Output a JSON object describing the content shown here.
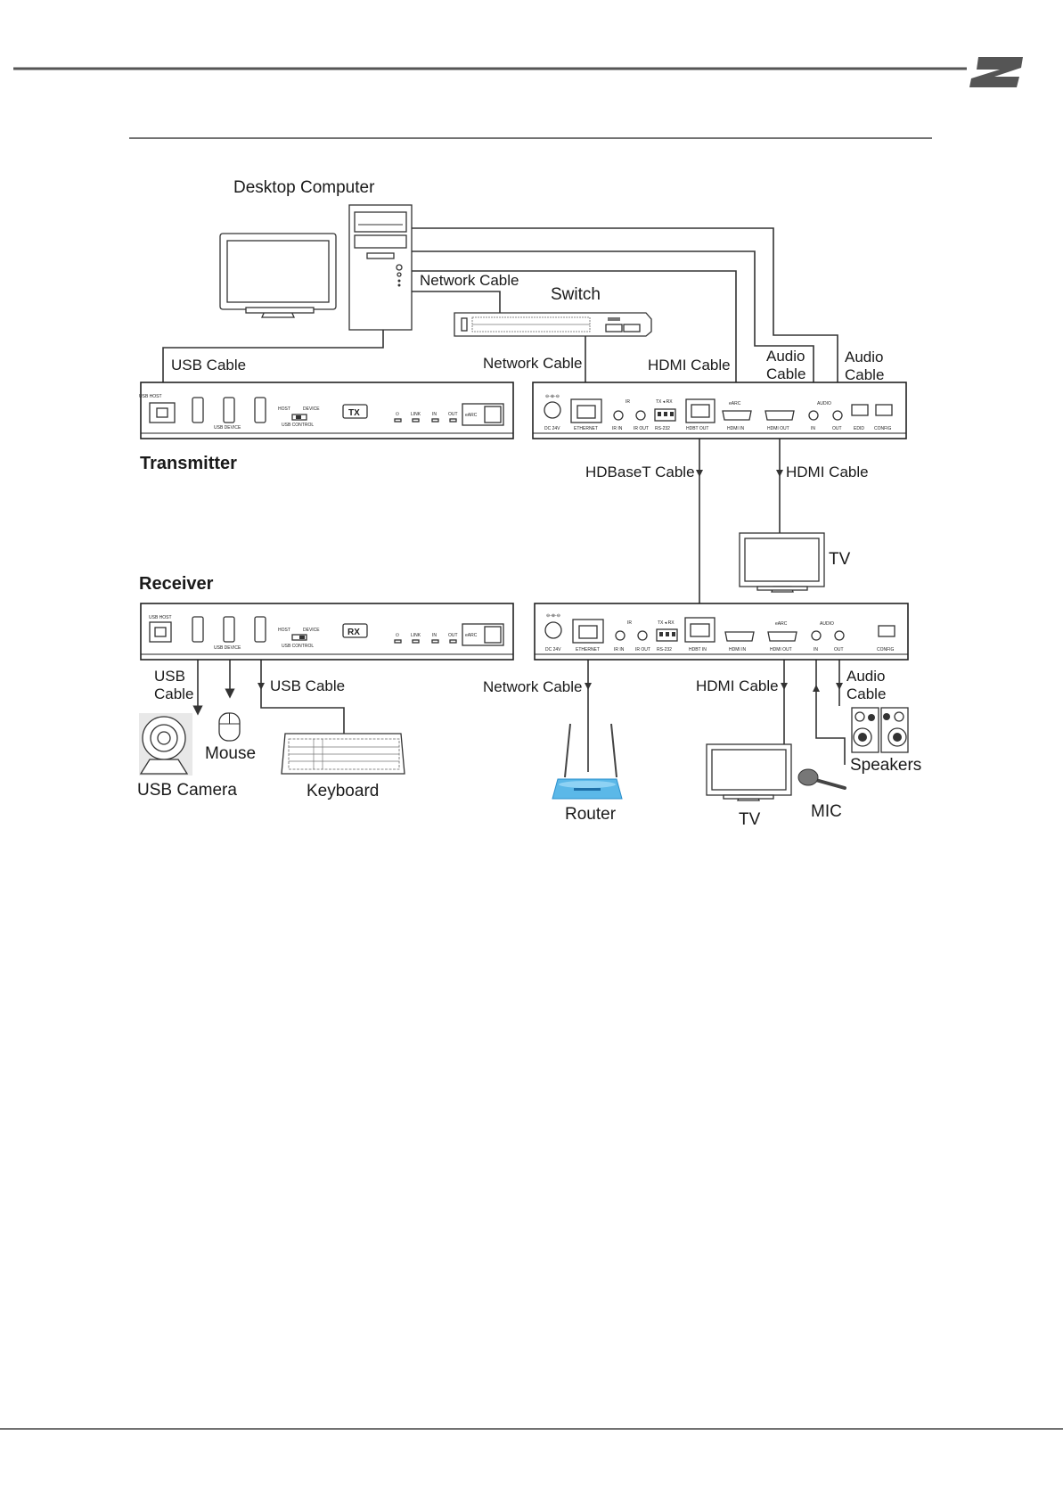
{
  "devices": {
    "desktop_computer": "Desktop Computer",
    "switch": "Switch",
    "transmitter": "Transmitter",
    "receiver": "Receiver",
    "tv_top": "TV",
    "tv_bottom": "TV",
    "usb_camera": "USB Camera",
    "mouse": "Mouse",
    "keyboard": "Keyboard",
    "router": "Router",
    "mic": "MIC",
    "speakers": "Speakers"
  },
  "cables": {
    "network_pc": "Network Cable",
    "usb_tx": "USB Cable",
    "network_tx": "Network Cable",
    "hdmi_tx": "HDMI Cable",
    "audio1_l1": "Audio",
    "audio1_l2": "Cable",
    "audio2_l1": "Audio",
    "audio2_l2": "Cable",
    "hdbaset": "HDBaseT Cable",
    "hdmi_tv": "HDMI Cable",
    "usb_cam_l1": "USB",
    "usb_cam_l2": "Cable",
    "usb_kb": "USB Cable",
    "network_rx": "Network Cable",
    "hdmi_rx": "HDMI Cable",
    "audio_rx_l1": "Audio",
    "audio_rx_l2": "Cable"
  },
  "tx_front": {
    "usb_host": "USB HOST",
    "usb_device": "USB DEVICE",
    "host": "HOST",
    "device": "DEVICE",
    "usb_control": "USB CONTROL",
    "badge": "TX",
    "power": "⏻",
    "link": "LINK",
    "in": "IN",
    "out": "OUT",
    "earc": "eARC"
  },
  "tx_rear": {
    "dc": "DC 24V",
    "ethernet": "ETHERNET",
    "ir": "IR",
    "ir_in": "IR IN",
    "ir_out": "IR OUT",
    "txrx": "TX ◂ RX",
    "rs232": "RS-232",
    "hdbt_out": "HDBT OUT",
    "earc": "eARC",
    "hdmi_in": "HDMI IN",
    "hdmi_out": "HDMI OUT",
    "audio": "AUDIO",
    "audio_in": "IN",
    "audio_out": "OUT",
    "edid": "EDID",
    "config": "CONFIG"
  },
  "rx_front": {
    "usb_host": "USB HOST",
    "usb_device": "USB DEVICE",
    "host": "HOST",
    "device": "DEVICE",
    "usb_control": "USB CONTROL",
    "badge": "RX",
    "power": "⏻",
    "link": "LINK",
    "in": "IN",
    "out": "OUT",
    "earc": "eARC"
  },
  "rx_rear": {
    "dc": "DC 24V",
    "ethernet": "ETHERNET",
    "ir": "IR",
    "ir_in": "IR IN",
    "ir_out": "IR OUT",
    "txrx": "TX ◂ RX",
    "rs232": "RS-232",
    "hdbt_in": "HDBT IN",
    "hdmi_in": "HDMI IN",
    "earc": "eARC",
    "hdmi_out": "HDMI OUT",
    "audio": "AUDIO",
    "audio_in": "IN",
    "audio_out": "OUT",
    "config": "CONFIG"
  },
  "colors": {
    "line": "#333333",
    "router": "#5bb8e8",
    "logo": "#555555"
  }
}
